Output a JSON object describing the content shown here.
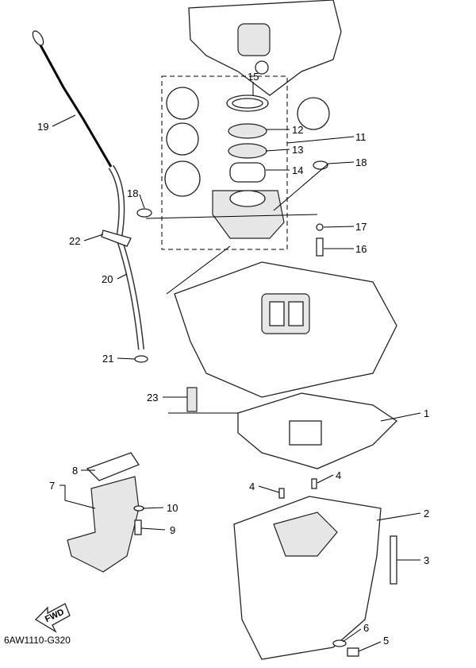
{
  "diagram_code": "6AW1110-G320",
  "fwd_label": "FWD",
  "callouts": [
    {
      "id": "15",
      "label": "15"
    },
    {
      "id": "12",
      "label": "12"
    },
    {
      "id": "13",
      "label": "13"
    },
    {
      "id": "14",
      "label": "14"
    },
    {
      "id": "11",
      "label": "11"
    },
    {
      "id": "18a",
      "label": "18"
    },
    {
      "id": "18b",
      "label": "18"
    },
    {
      "id": "17",
      "label": "17"
    },
    {
      "id": "16",
      "label": "16"
    },
    {
      "id": "19",
      "label": "19"
    },
    {
      "id": "22",
      "label": "22"
    },
    {
      "id": "20",
      "label": "20"
    },
    {
      "id": "21",
      "label": "21"
    },
    {
      "id": "23",
      "label": "23"
    },
    {
      "id": "1",
      "label": "1"
    },
    {
      "id": "8",
      "label": "8"
    },
    {
      "id": "7",
      "label": "7"
    },
    {
      "id": "4a",
      "label": "4"
    },
    {
      "id": "4b",
      "label": "4"
    },
    {
      "id": "10",
      "label": "10"
    },
    {
      "id": "9",
      "label": "9"
    },
    {
      "id": "2",
      "label": "2"
    },
    {
      "id": "3",
      "label": "3"
    },
    {
      "id": "6",
      "label": "6"
    },
    {
      "id": "5",
      "label": "5"
    }
  ]
}
